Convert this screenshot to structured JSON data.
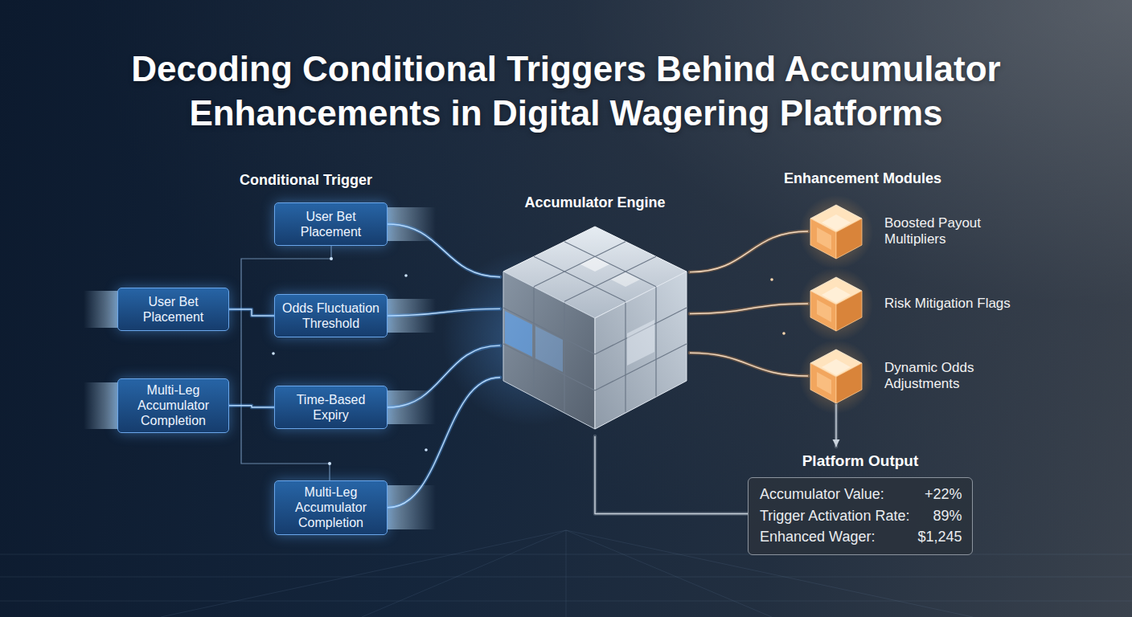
{
  "diagram": {
    "title": "Decoding Conditional Triggers Behind Accumulator Enhancements in Digital Wagering Platforms",
    "nodes": [
      {
        "text": [
          "User Bet Placement"
        ]
      },
      {
        "text": [
          "User Bet Placement"
        ]
      },
      {
        "text": [
          "Odds Fluctuation Threshold"
        ]
      },
      {
        "text": [
          "Multi-Leg Accumulator Completion"
        ]
      },
      {
        "text": [
          "Time-Based Expiry"
        ]
      },
      {
        "text": [
          "Multi-Leg Accumulator Completion"
        ]
      },
      {
        "text": [
          "Accumulator Engine"
        ]
      },
      {
        "text": [
          "Boosted Payout Multipliers"
        ]
      },
      {
        "text": [
          "Risk Mitigation Flags"
        ]
      },
      {
        "text": [
          "Dynamic Odds Adjustments"
        ]
      },
      {
        "text": [
          "Platform Output",
          "Accumulator Value:",
          "+22%",
          "Trigger Activation Rate:",
          "89%",
          "Enhanced Wager:",
          "$1,245"
        ]
      }
    ],
    "edges": [
      {
        "from": 1,
        "to": 2,
        "arrow": "none"
      },
      {
        "from": 3,
        "to": 4,
        "arrow": "none"
      },
      {
        "from": 0,
        "to": 6,
        "arrow": "none"
      },
      {
        "from": 2,
        "to": 6,
        "arrow": "none"
      },
      {
        "from": 4,
        "to": 6,
        "arrow": "none"
      },
      {
        "from": 5,
        "to": 6,
        "arrow": "none"
      },
      {
        "from": 6,
        "to": 7,
        "arrow": "none"
      },
      {
        "from": 6,
        "to": 8,
        "arrow": "none"
      },
      {
        "from": 6,
        "to": 9,
        "arrow": "none"
      },
      {
        "from": 6,
        "to": 10,
        "arrow": "none"
      },
      {
        "from": 9,
        "to": 10,
        "arrow": "to"
      }
    ],
    "labels": [
      "Conditional Trigger",
      "Enhancement Modules"
    ]
  }
}
